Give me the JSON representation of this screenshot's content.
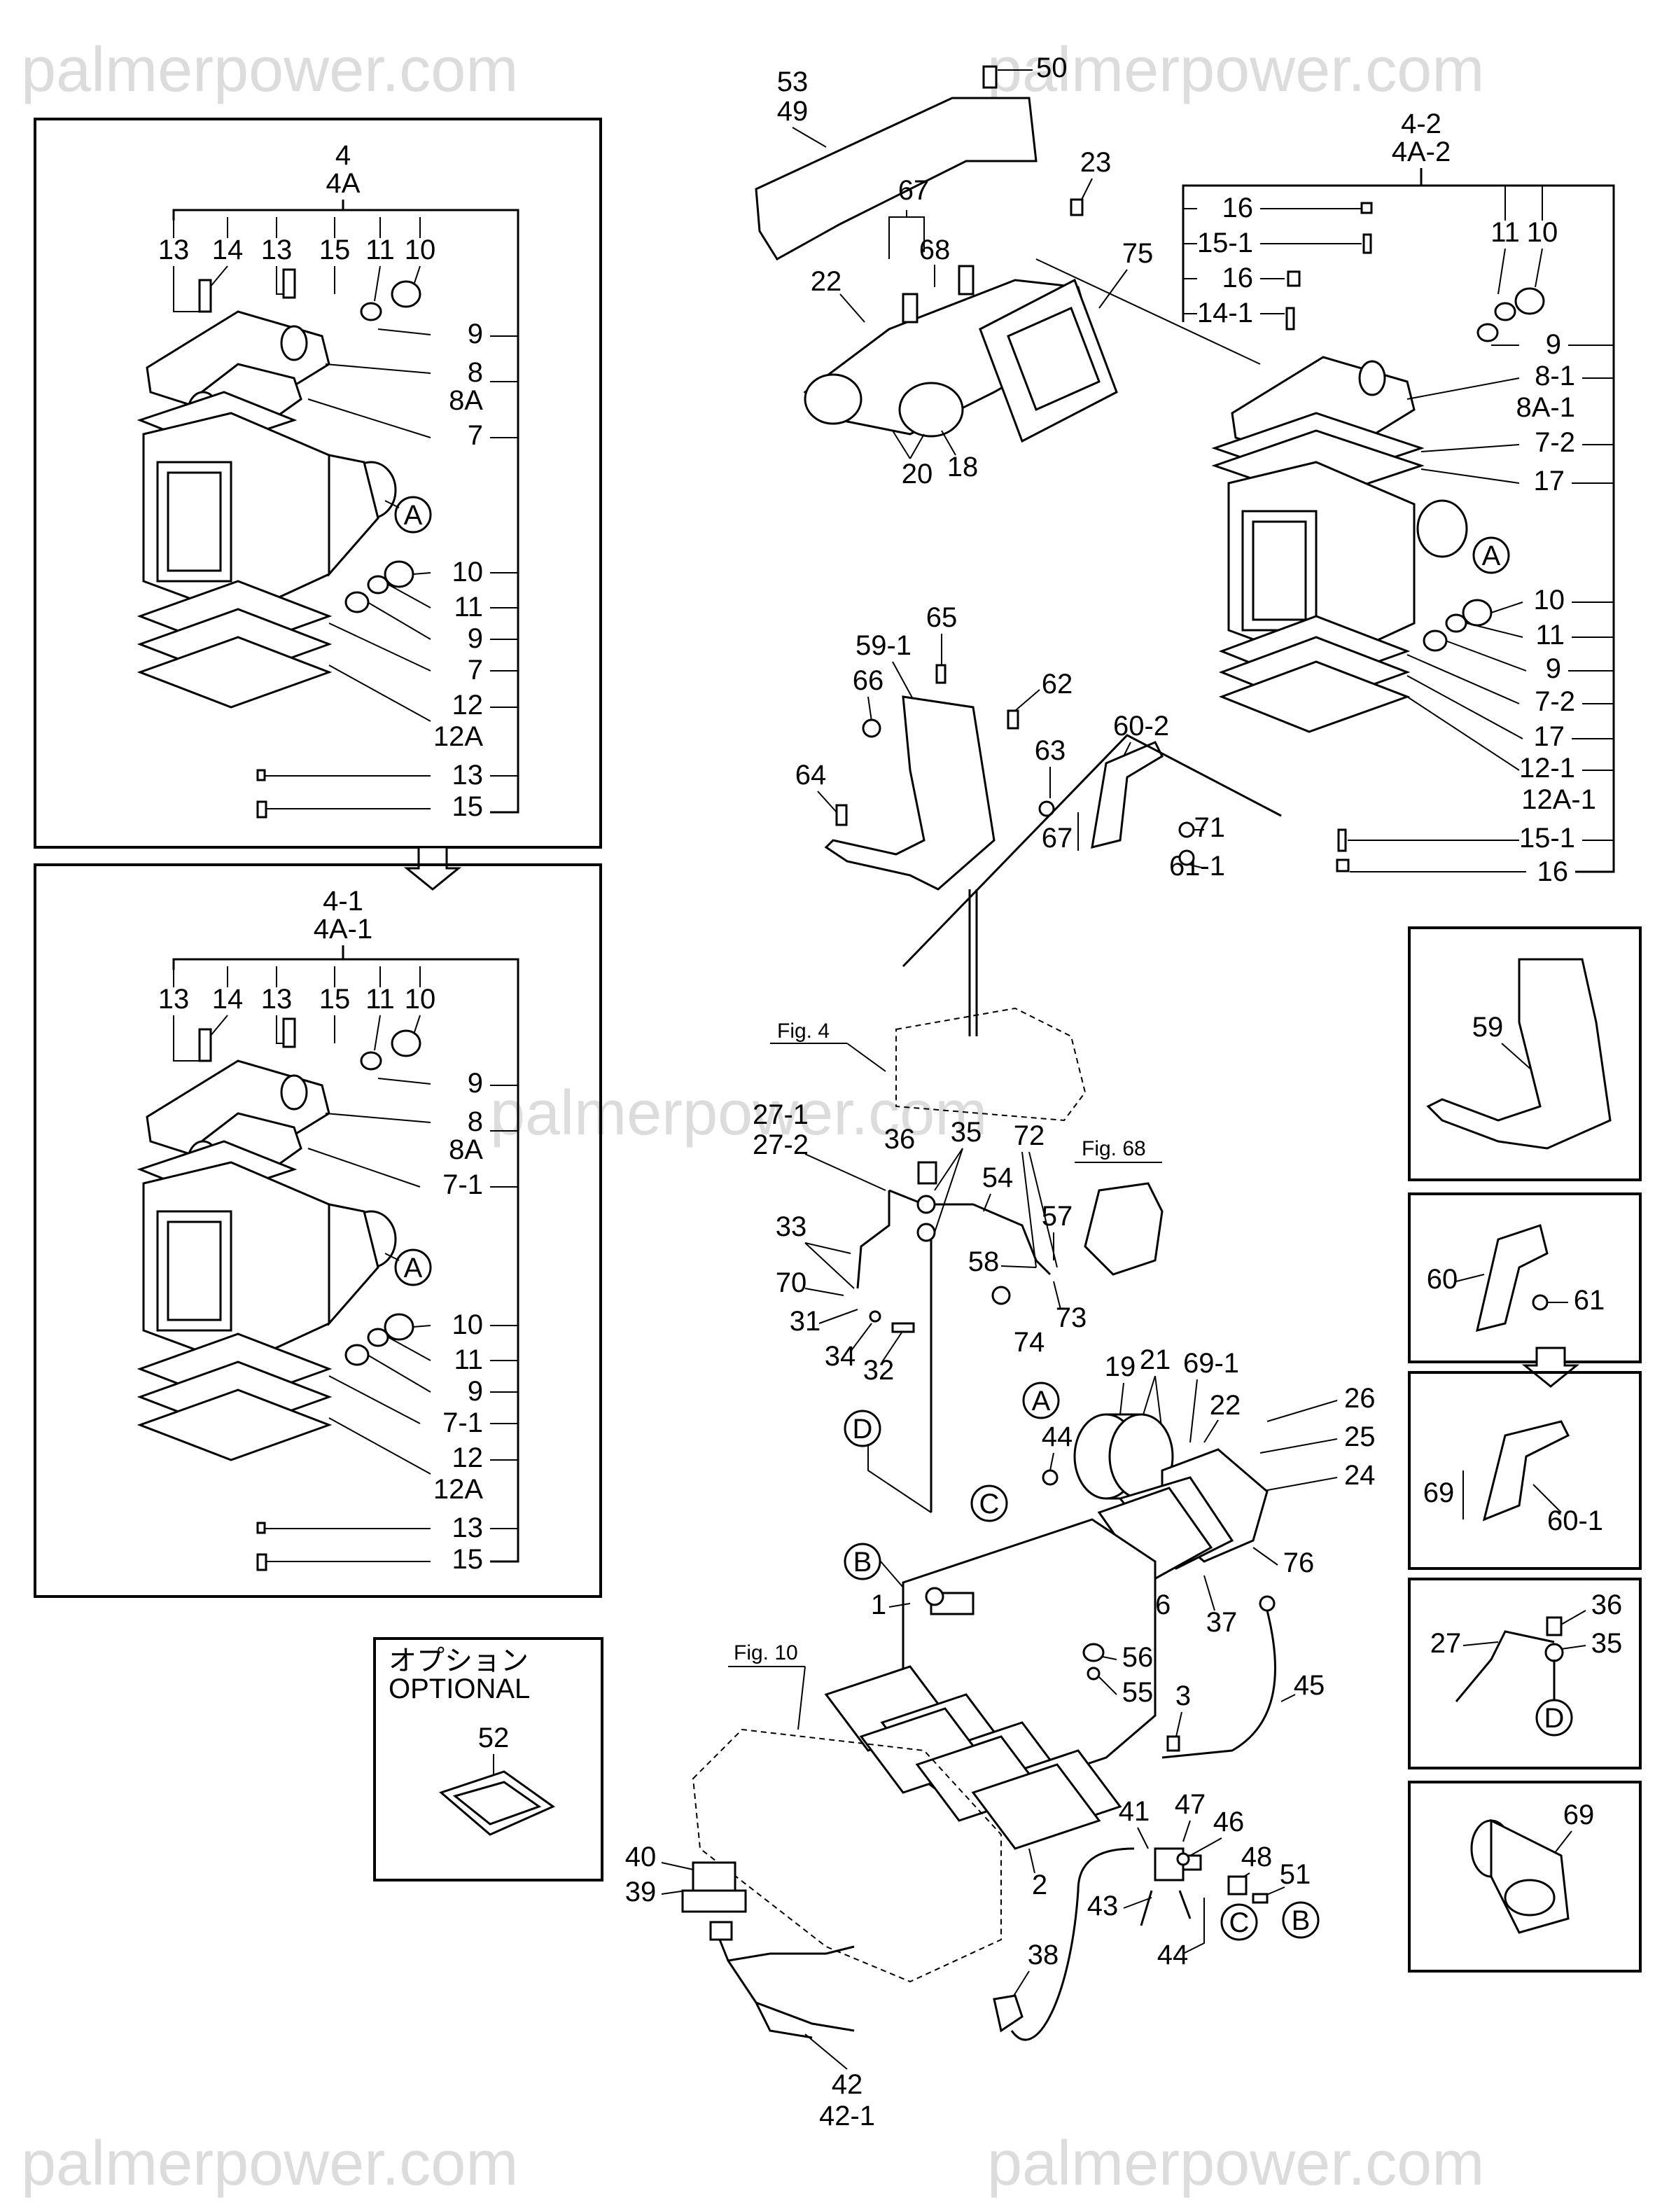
{
  "watermark": "palmerpower.com",
  "panels": {
    "top_left": {
      "title": [
        "4",
        "4A"
      ]
    },
    "mid_left": {
      "title": [
        "4-1",
        "4A-1"
      ]
    },
    "right_assembly": {
      "title": [
        "4-2",
        "4A-2"
      ]
    },
    "optional": {
      "title_jp": "オプション",
      "title_en": "OPTIONAL",
      "part": "52"
    }
  },
  "figure_refs": [
    "Fig. 4",
    "Fig. 68",
    "Fig. 10"
  ],
  "callouts": [
    "A",
    "B",
    "C",
    "D"
  ],
  "labels": {
    "tl_top": [
      "13",
      "14",
      "13",
      "15",
      "11",
      "10"
    ],
    "tl_side": [
      "9",
      "8",
      "8A",
      "7",
      "10",
      "11",
      "9",
      "7",
      "12",
      "12A",
      "13",
      "15"
    ],
    "ml_top": [
      "13",
      "14",
      "13",
      "15",
      "11",
      "10"
    ],
    "ml_side": [
      "9",
      "8",
      "8A",
      "7-1",
      "10",
      "11",
      "9",
      "7-1",
      "12",
      "12A",
      "13",
      "15"
    ],
    "r_left": [
      "16",
      "15-1",
      "16",
      "14-1"
    ],
    "r_top": [
      "11",
      "10"
    ],
    "r_side": [
      "9",
      "8-1",
      "8A-1",
      "7-2",
      "17",
      "10",
      "11",
      "9",
      "7-2",
      "17",
      "12-1",
      "12A-1",
      "15-1",
      "16"
    ],
    "upper": [
      "53",
      "49",
      "50",
      "23",
      "67",
      "68",
      "22",
      "75",
      "20",
      "18"
    ],
    "bracket": [
      "65",
      "59-1",
      "66",
      "62",
      "60-2",
      "63",
      "64",
      "67",
      "71",
      "61-1"
    ],
    "pipe": [
      "27-1",
      "27-2",
      "36",
      "35",
      "72",
      "54",
      "57",
      "33",
      "58",
      "70",
      "31",
      "34",
      "32",
      "74",
      "73"
    ],
    "manifold": [
      "19",
      "21",
      "69-1",
      "22",
      "26",
      "44",
      "25",
      "24",
      "76",
      "76",
      "37",
      "1",
      "56",
      "55",
      "3",
      "45",
      "2"
    ],
    "lower": [
      "40",
      "39",
      "41",
      "47",
      "46",
      "48",
      "51",
      "43",
      "44",
      "38",
      "42",
      "42-1"
    ],
    "side_panels": [
      "59",
      "60",
      "61",
      "69",
      "60-1",
      "36",
      "35",
      "27",
      "69"
    ]
  }
}
